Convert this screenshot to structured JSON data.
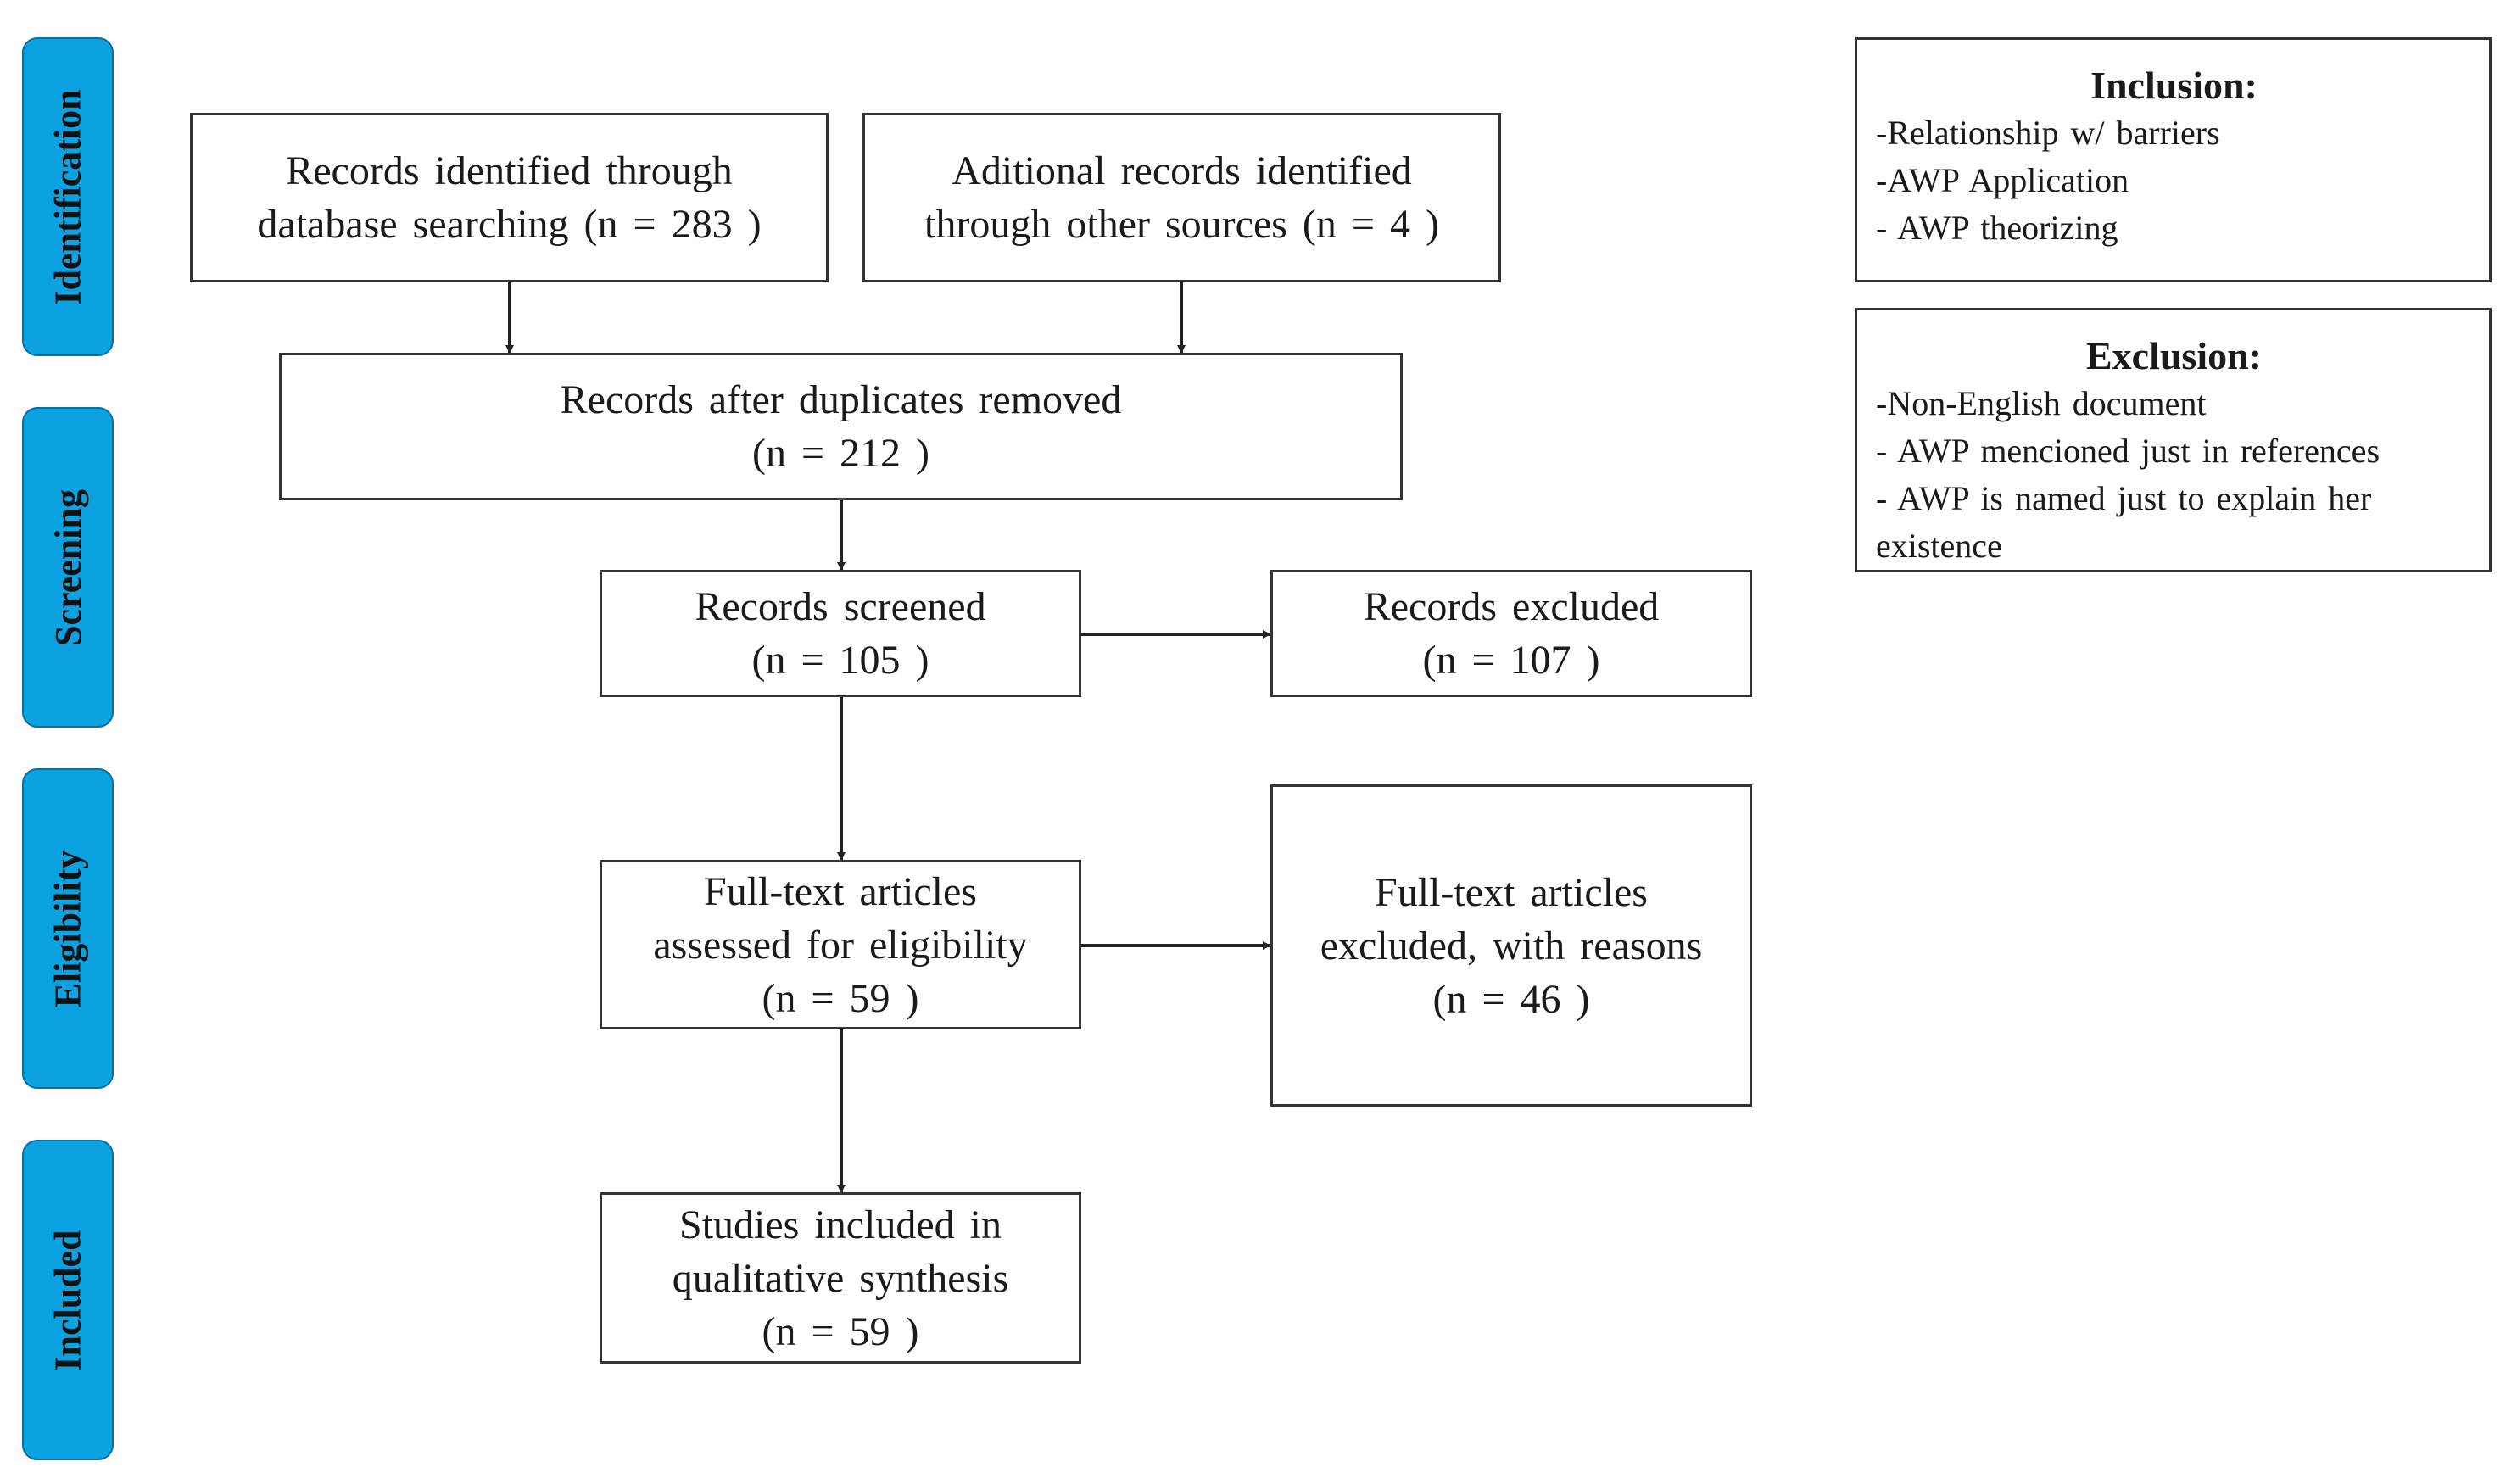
{
  "stages": {
    "identification": "Identification",
    "screening": "Screening",
    "eligibility": "Eligibility",
    "included": "Included"
  },
  "boxes": {
    "db_records": {
      "lines": [
        "Records identified through",
        "database searching (n = 283 )"
      ]
    },
    "other_records": {
      "lines": [
        "Aditional records identified",
        "through other sources (n = 4 )"
      ]
    },
    "after_duplicates": {
      "lines": [
        "Records after duplicates removed",
        "(n = 212 )"
      ]
    },
    "screened": {
      "lines": [
        "Records screened",
        "(n = 105 )"
      ]
    },
    "excluded": {
      "lines": [
        "Records excluded",
        "(n = 107 )"
      ]
    },
    "fulltext_assessed": {
      "lines": [
        "Full-text articles",
        "assessed for eligibility",
        "(n = 59 )"
      ]
    },
    "fulltext_excluded": {
      "lines": [
        "Full-text articles",
        "excluded, with reasons",
        "(n = 46 )"
      ]
    },
    "included_studies": {
      "lines": [
        "Studies included in",
        "qualitative synthesis",
        "(n = 59 )"
      ]
    }
  },
  "criteria": {
    "inclusion": {
      "title": "Inclusion:",
      "items": [
        "-Relationship w/ barriers",
        "-AWP Application",
        "- AWP theorizing"
      ]
    },
    "exclusion": {
      "title": "Exclusion:",
      "items": [
        "-Non-English document",
        "- AWP mencioned just in references",
        "- AWP is named just to explain her",
        "existence"
      ]
    }
  },
  "colors": {
    "stage_fill": "#0aa2e0",
    "stage_border": "#0a6ea0",
    "box_border": "#333333",
    "arrow": "#222222"
  }
}
